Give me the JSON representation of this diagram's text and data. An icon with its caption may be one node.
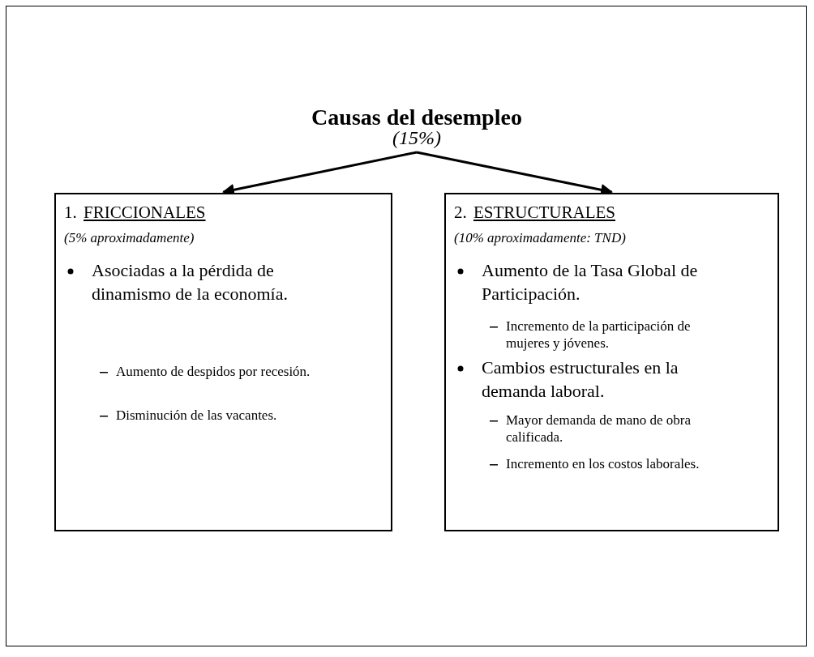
{
  "diagram": {
    "nodes": [
      {
        "text": [
          "Causas del desempleo",
          "(15%)"
        ]
      },
      {
        "text": [
          "1.",
          "FRICCIONALES",
          "(5% aproximadamente)",
          "Asociadas a la pérdida de dinamismo de la economía.",
          "Aumento de despidos por recesión.",
          "Disminución de las vacantes."
        ]
      },
      {
        "text": [
          "2.",
          "ESTRUCTURALES",
          "(10% aproximadamente: TND)",
          "Aumento de la Tasa Global de Participación.",
          "Incremento de la participación de mujeres y jóvenes.",
          "Cambios estructurales en la demanda laboral.",
          "Mayor demanda de mano de obra calificada.",
          "Incremento en los costos laborales."
        ]
      }
    ],
    "edges": [
      {
        "from": 0,
        "to": 1,
        "arrow": "to"
      },
      {
        "from": 0,
        "to": 2,
        "arrow": "to"
      }
    ]
  }
}
